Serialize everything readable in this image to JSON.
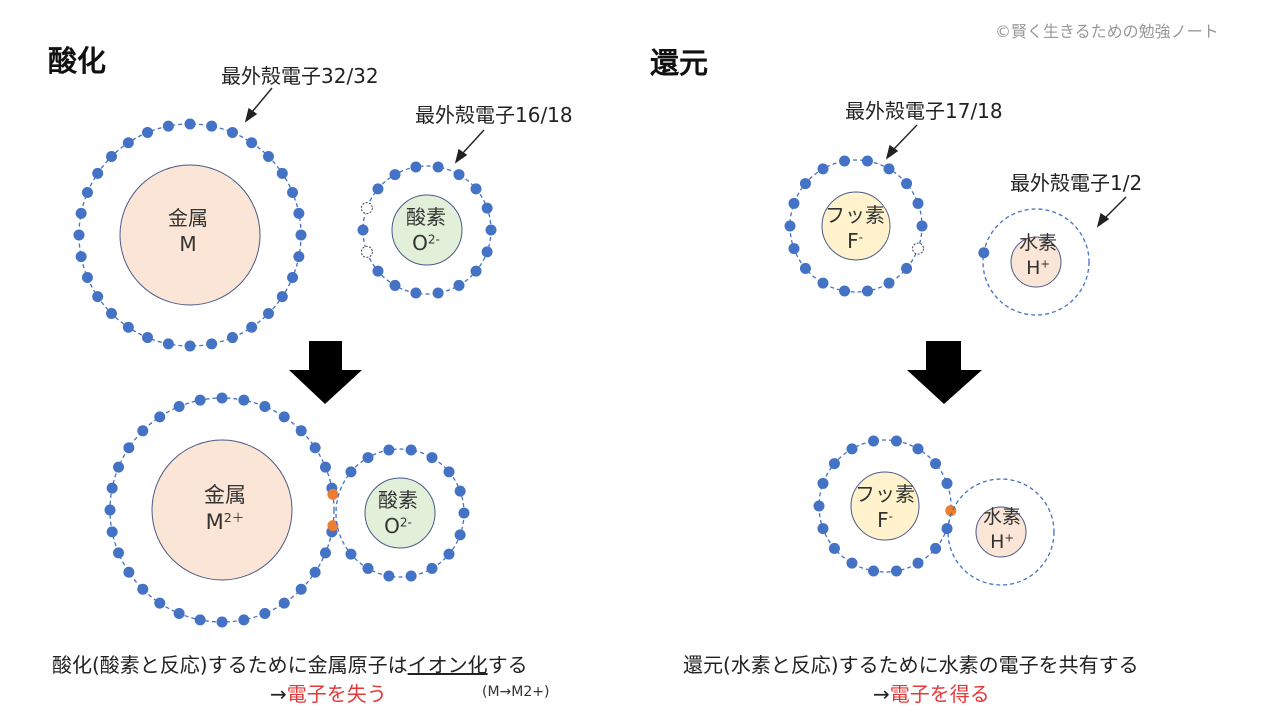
{
  "credit": "©賢く生きるための勉強ノート",
  "oxidation": {
    "heading": "酸化",
    "label_metal_shell": "最外殻電子32/32",
    "label_oxygen_shell": "最外殻電子16/18",
    "metal_name": "金属",
    "metal_symbol": "M",
    "metal_ion_symbol": "M",
    "metal_charge": "2＋",
    "oxygen_name": "酸素",
    "oxygen_symbol": "O",
    "oxygen_charge": "2-",
    "caption_pre": "酸化(酸素と反応)するために金属原子は",
    "caption_underlined": "イオン化",
    "caption_post": "する",
    "result_arrow": "→",
    "result_text": "電子を失う",
    "note": "(M→M2+)"
  },
  "reduction": {
    "heading": "還元",
    "label_fluorine_shell": "最外殻電子17/18",
    "label_hydrogen_shell": "最外殻電子1/2",
    "fluorine_name": "フッ素",
    "fluorine_symbol": "F",
    "fluorine_charge": "-",
    "hydrogen_name": "水素",
    "hydrogen_symbol": "H",
    "hydrogen_charge": "+",
    "caption": "還元(水素と反応)するために水素の電子を共有する",
    "result_arrow": "→",
    "result_text": "電子を得る"
  },
  "colors": {
    "electron": "#4472c4",
    "shared_electron": "#ed7d31",
    "metal_fill": "#fbe5d6",
    "oxygen_fill": "#e2f0d9",
    "fluorine_fill": "#fff2cc",
    "hydrogen_fill": "#fbe5d6",
    "arrow": "#000000",
    "result_text": "#e23a3a"
  }
}
